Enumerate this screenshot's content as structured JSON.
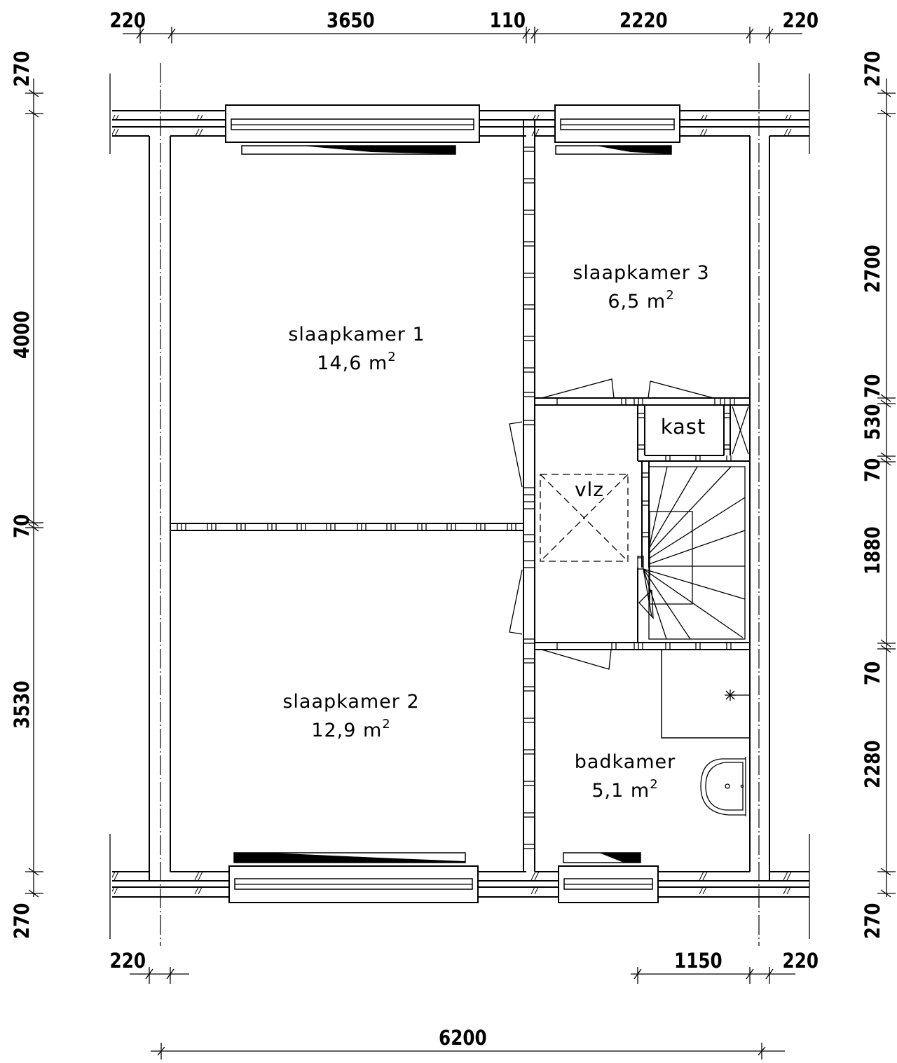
{
  "rooms": {
    "slaapkamer1": {
      "name": "slaapkamer 1",
      "area": "14,6 m",
      "unit_sup": "2"
    },
    "slaapkamer2": {
      "name": "slaapkamer 2",
      "area": "12,9 m",
      "unit_sup": "2"
    },
    "slaapkamer3": {
      "name": "slaapkamer 3",
      "area": "6,5 m",
      "unit_sup": "2"
    },
    "badkamer": {
      "name": "badkamer",
      "area": "5,1 m",
      "unit_sup": "2"
    },
    "kast": {
      "name": "kast"
    },
    "vlz": {
      "name": "vlz"
    }
  },
  "dimensions": {
    "top": [
      "220",
      "3650",
      "110",
      "2220",
      "220"
    ],
    "bottom": [
      "220",
      "1150",
      "220"
    ],
    "overall_width": "6200",
    "left": [
      "270",
      "4000",
      "70",
      "3530",
      "270"
    ],
    "right": [
      "270",
      "2700",
      "70",
      "530",
      "70",
      "1880",
      "70",
      "2280",
      "270"
    ]
  }
}
